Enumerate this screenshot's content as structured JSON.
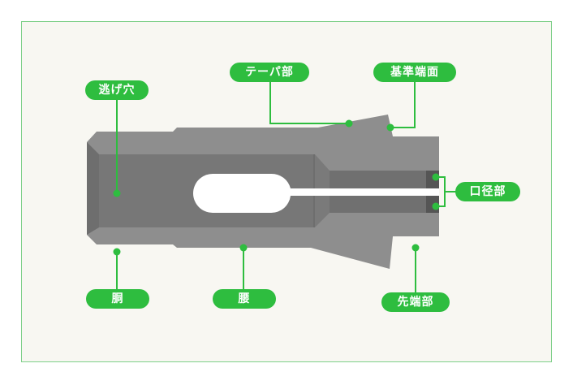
{
  "labels": {
    "nigeana": "逃げ穴",
    "taper": "テーパ部",
    "kijun_tanmen": "基準端面",
    "kokei": "口径部",
    "dou": "胴",
    "koshi": "腰",
    "sentan": "先端部"
  },
  "colors": {
    "accent_green": "#2ebd3f",
    "frame_border": "#7fd08a",
    "background": "#f8f7f2",
    "body_gray": "#8c8c8c",
    "dark_gray": "#6a6a6a",
    "slot_white": "#ffffff"
  }
}
